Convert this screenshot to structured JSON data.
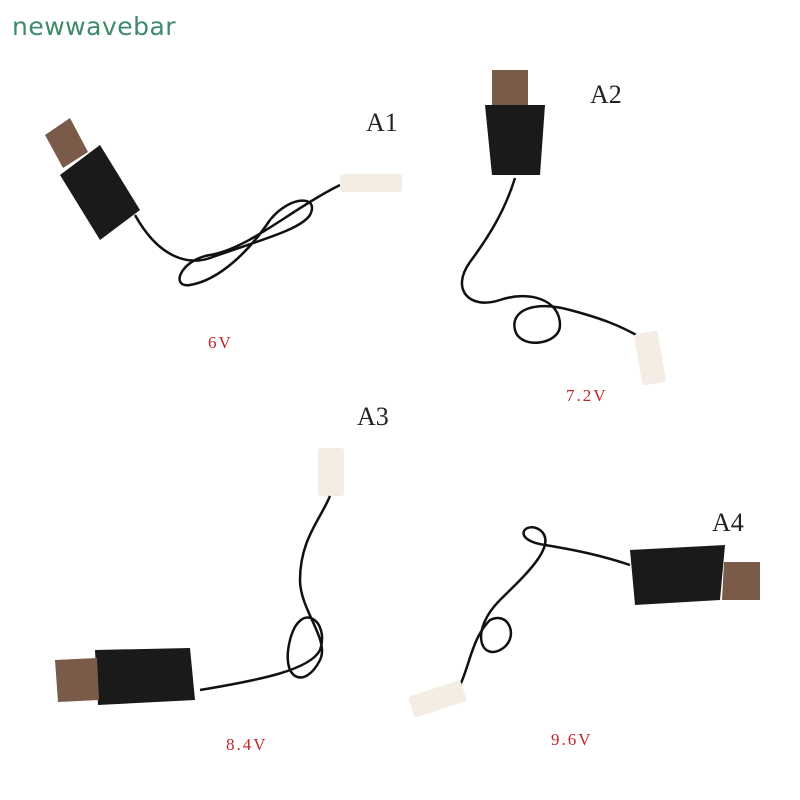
{
  "watermark": "newwavebar",
  "products": [
    {
      "id": "A1",
      "label": "A1",
      "voltage": "6V"
    },
    {
      "id": "A2",
      "label": "A2",
      "voltage": "7.2V"
    },
    {
      "id": "A3",
      "label": "A3",
      "voltage": "8.4V"
    },
    {
      "id": "A4",
      "label": "A4",
      "voltage": "9.6V"
    }
  ],
  "colors": {
    "voltage_text": "#c0272d",
    "watermark": "#3e8a6a",
    "cable": "#111111",
    "connector": "#f3ede4",
    "usb_metal": "#7a5a48"
  }
}
